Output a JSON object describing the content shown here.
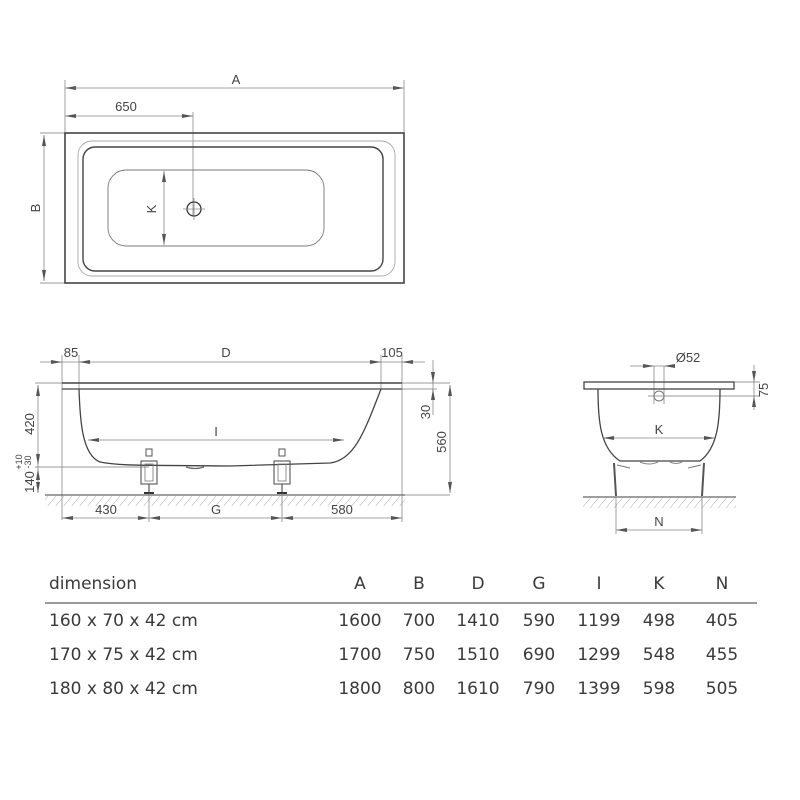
{
  "top_view": {
    "label_A": "A",
    "label_650": "650",
    "label_B": "B",
    "label_K": "K"
  },
  "side_view": {
    "label_85": "85",
    "label_D": "D",
    "label_105": "105",
    "label_I": "I",
    "label_420": "420",
    "label_30": "30",
    "label_560": "560",
    "label_140": "140",
    "label_plus10": "+10",
    "label_minus30": "-30",
    "label_430": "430",
    "label_G": "G",
    "label_580": "580"
  },
  "end_view": {
    "label_d52": "Ø52",
    "label_75": "75",
    "label_K": "K",
    "label_N": "N"
  },
  "table": {
    "headers": [
      "dimension",
      "A",
      "B",
      "D",
      "G",
      "I",
      "K",
      "N"
    ],
    "rows": [
      [
        "160 x 70 x 42 cm",
        "1600",
        "700",
        "1410",
        "590",
        "1199",
        "498",
        "405"
      ],
      [
        "170 x 75 x 42 cm",
        "1700",
        "750",
        "1510",
        "690",
        "1299",
        "548",
        "455"
      ],
      [
        "180 x 80 x 42 cm",
        "1800",
        "800",
        "1610",
        "790",
        "1399",
        "598",
        "505"
      ]
    ]
  },
  "colors": {
    "line": "#444444",
    "text": "#3a3a3a",
    "divider": "#999999"
  }
}
